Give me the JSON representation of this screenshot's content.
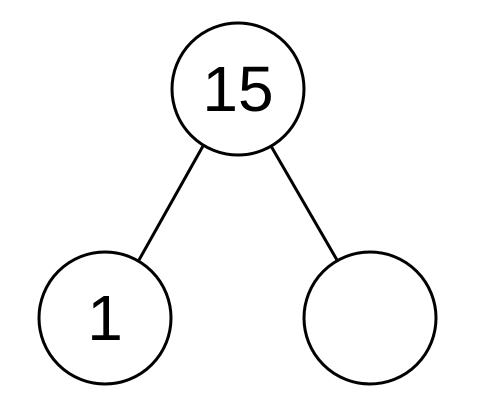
{
  "diagram": {
    "type": "number-bond",
    "whole": {
      "value": "15"
    },
    "parts": [
      {
        "value": "1"
      },
      {
        "value": ""
      }
    ]
  }
}
